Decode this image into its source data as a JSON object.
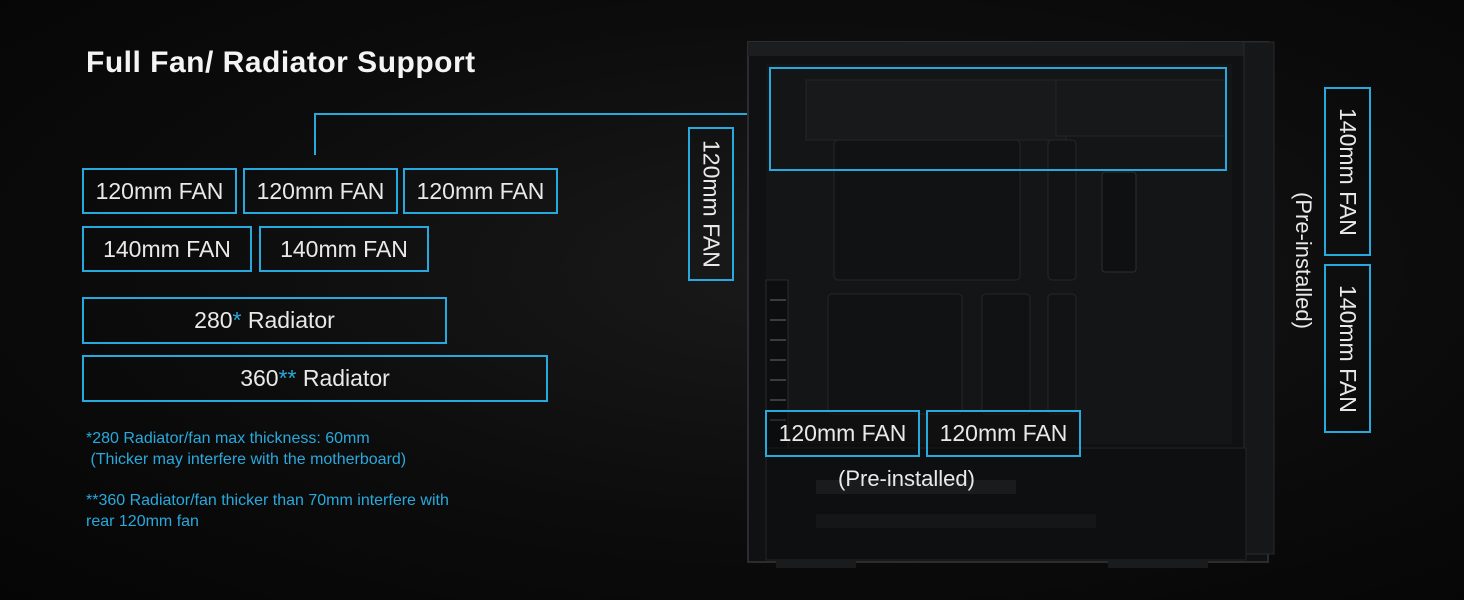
{
  "title": "Full Fan/ Radiator Support",
  "top_fans": {
    "row1": [
      "120mm FAN",
      "120mm FAN",
      "120mm FAN"
    ],
    "row2": [
      "140mm FAN",
      "140mm FAN"
    ]
  },
  "radiators": {
    "r280_num": "280",
    "r280_star": "*",
    "r280_label": " Radiator",
    "r360_num": "360",
    "r360_star": "**",
    "r360_label": " Radiator"
  },
  "notes": {
    "n1": "*280 Radiator/fan max thickness: 60mm\n (Thicker may interfere with the motherboard)",
    "n2": "**360 Radiator/fan thicker than 70mm interfere with\nrear 120mm fan"
  },
  "rear_fan": "120mm FAN",
  "front_fans": [
    "140mm FAN",
    "140mm FAN"
  ],
  "front_preinstalled": "(Pre-installed)",
  "bottom_fans": [
    "120mm FAN",
    "120mm FAN"
  ],
  "bottom_preinstalled": "(Pre-installed)",
  "colors": {
    "accent": "#28a9dd",
    "background": "#0c0c0c"
  }
}
